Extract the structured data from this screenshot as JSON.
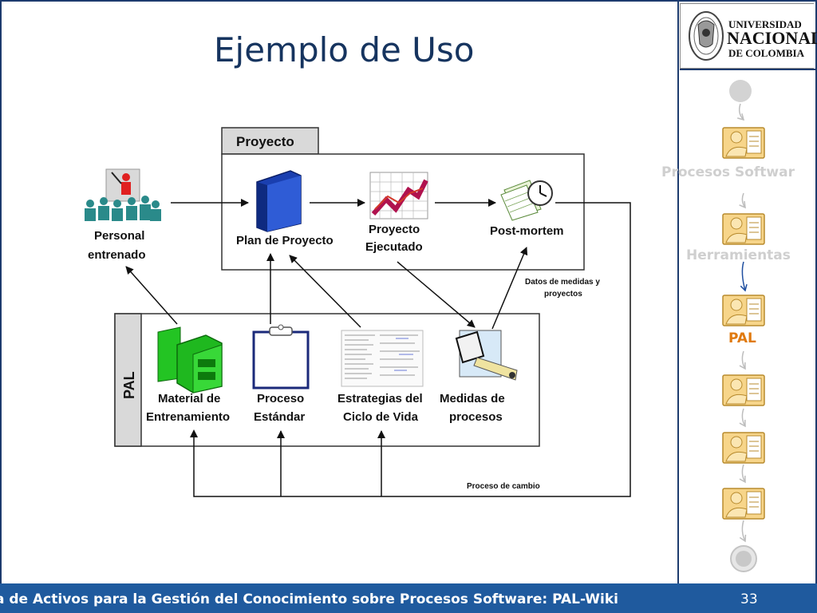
{
  "slide": {
    "title": "Ejemplo de Uso",
    "page_number": "33",
    "footer_text": "a de Activos para la Gestión del Conocimiento sobre Procesos Software: PAL-Wiki"
  },
  "logo": {
    "line1": "UNIVERSIDAD",
    "line2": "NACIONAL",
    "line3": "DE COLOMBIA"
  },
  "sidebar": {
    "labels": {
      "procesos": "Procesos Softwar",
      "herramientas": "Herramientas",
      "pal": "PAL"
    },
    "colors": {
      "muted": "#d0d0d0",
      "active": "#e07a10",
      "icon_fill": "#f7d58a",
      "icon_stroke": "#b88b2e"
    }
  },
  "diagram": {
    "proyecto_tab": "Proyecto",
    "pal_tab": "PAL",
    "personal": [
      "Personal",
      "entrenado"
    ],
    "plan": "Plan de Proyecto",
    "ejecutado": [
      "Proyecto",
      "Ejecutado"
    ],
    "postmortem": "Post-mortem",
    "datos": [
      "Datos de medidas y",
      "proyectos"
    ],
    "material": [
      "Material de",
      "Entrenamiento"
    ],
    "proceso": [
      "Proceso",
      "Estándar"
    ],
    "estrategias": [
      "Estrategias del",
      "Ciclo de Vida"
    ],
    "medidas": [
      "Medidas de",
      "procesos"
    ],
    "cambio": "Proceso de cambio"
  }
}
